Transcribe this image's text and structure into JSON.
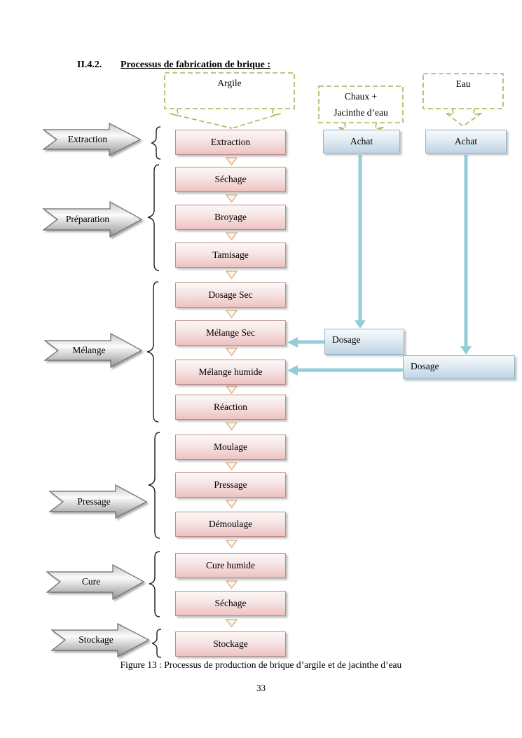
{
  "document": {
    "heading_number": "II.4.2.",
    "heading_title": "Processus de fabrication de brique :",
    "figure_caption": "Figure 13 : Processus de production de brique d’argile et de jacinthe d’eau",
    "page_number": "33"
  },
  "diagram": {
    "material_callouts": [
      {
        "label": "Argile"
      },
      {
        "label": "Chaux +",
        "label_line2": "Jacinthe d’eau"
      },
      {
        "label": "Eau"
      }
    ],
    "stage_arrows": [
      {
        "label": "Extraction"
      },
      {
        "label": "Préparation"
      },
      {
        "label": "Mélange"
      },
      {
        "label": "Pressage"
      },
      {
        "label": "Cure"
      },
      {
        "label": "Stockage"
      }
    ],
    "process_steps": [
      {
        "label": "Extraction"
      },
      {
        "label": "Séchage"
      },
      {
        "label": "Broyage"
      },
      {
        "label": "Tamisage"
      },
      {
        "label": "Dosage Sec"
      },
      {
        "label": "Mélange Sec"
      },
      {
        "label": "Mélange humide"
      },
      {
        "label": "Réaction"
      },
      {
        "label": "Moulage"
      },
      {
        "label": "Pressage"
      },
      {
        "label": "Démoulage"
      },
      {
        "label": "Cure humide"
      },
      {
        "label": "Séchage"
      },
      {
        "label": "Stockage"
      }
    ],
    "purchase_boxes": [
      {
        "label": "Achat"
      },
      {
        "label": "Achat"
      }
    ],
    "dosage_boxes": [
      {
        "label": "Dosage"
      },
      {
        "label": "Dosage"
      }
    ],
    "colors": {
      "step_border": "#bb8d8c",
      "step_fill_bottom": "#eec2c1",
      "blue_box_border": "#8fb3cd",
      "connector_blue": "#92cdda",
      "callout_dash": "#a9b556",
      "flow_triangle_stroke": "#dcab80",
      "gray_arrow_stroke": "#6b6b6b"
    }
  }
}
